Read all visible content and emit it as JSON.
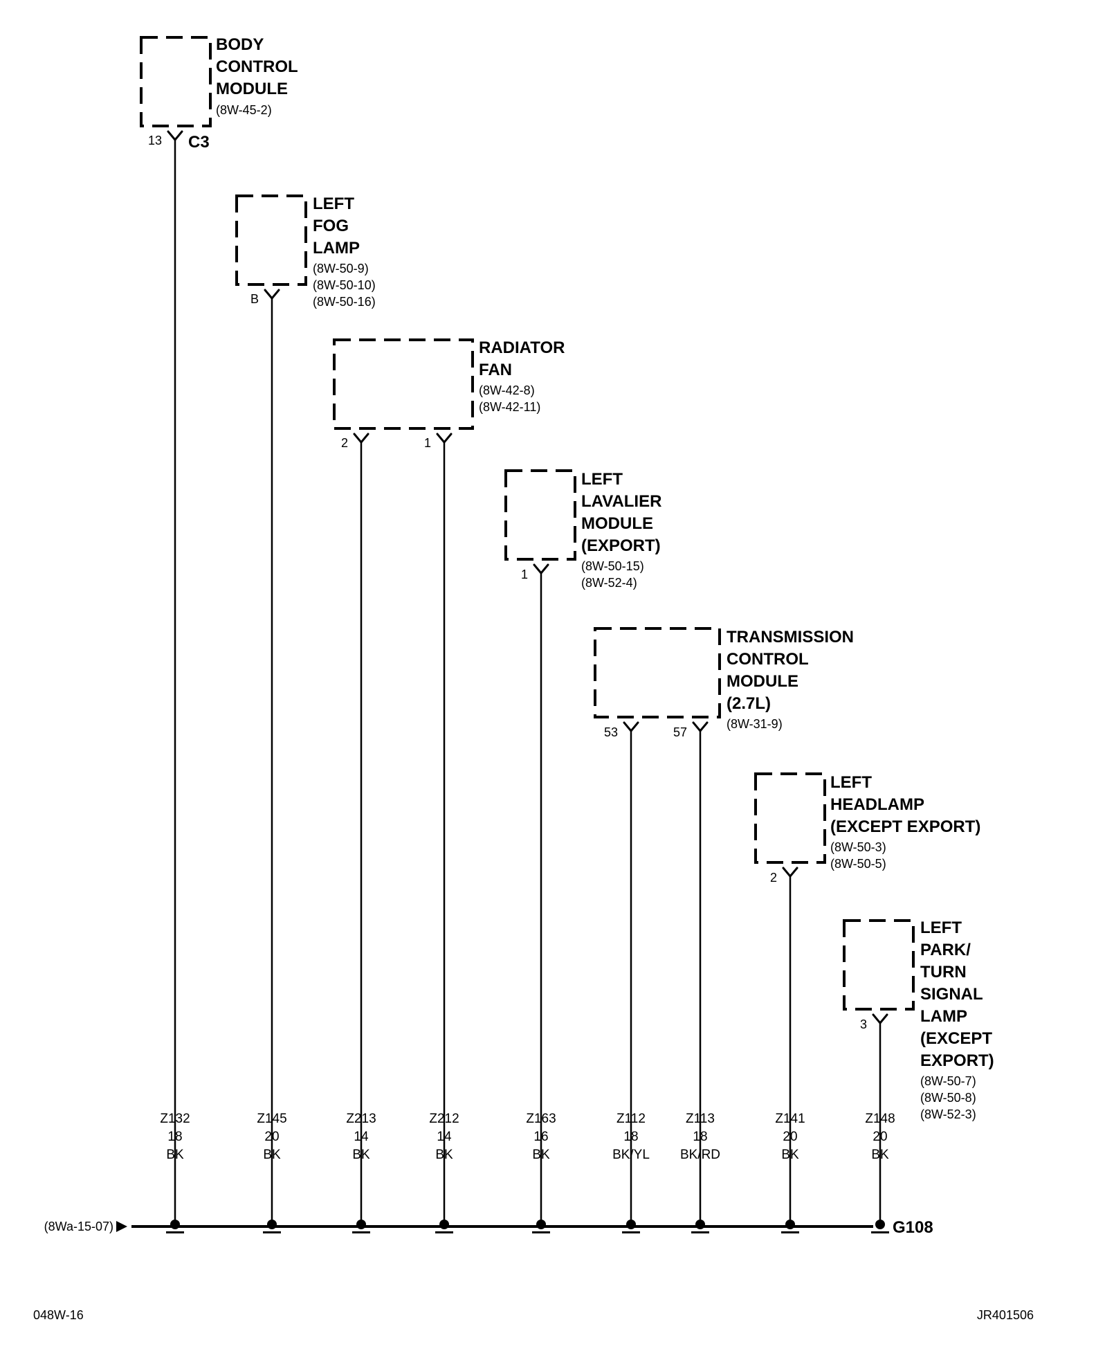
{
  "components": [
    {
      "title_lines": [
        "BODY",
        "CONTROL",
        "MODULE"
      ],
      "refs": [
        "(8W-45-2)"
      ],
      "pins": [
        {
          "label": "13",
          "connector": "C3"
        }
      ]
    },
    {
      "title_lines": [
        "LEFT",
        "FOG",
        "LAMP"
      ],
      "refs": [
        "(8W-50-9)",
        "(8W-50-10)",
        "(8W-50-16)"
      ],
      "pins": [
        {
          "label": "B"
        }
      ]
    },
    {
      "title_lines": [
        "RADIATOR",
        "FAN"
      ],
      "refs": [
        "(8W-42-8)",
        "(8W-42-11)"
      ],
      "pins": [
        {
          "label": "2"
        },
        {
          "label": "1"
        }
      ]
    },
    {
      "title_lines": [
        "LEFT",
        "LAVALIER",
        "MODULE",
        "(EXPORT)"
      ],
      "refs": [
        "(8W-50-15)",
        "(8W-52-4)"
      ],
      "pins": [
        {
          "label": "1"
        }
      ]
    },
    {
      "title_lines": [
        "TRANSMISSION",
        "CONTROL",
        "MODULE",
        "(2.7L)"
      ],
      "refs": [
        "(8W-31-9)"
      ],
      "pins": [
        {
          "label": "53"
        },
        {
          "label": "57"
        }
      ]
    },
    {
      "title_lines": [
        "LEFT",
        "HEADLAMP",
        "(EXCEPT EXPORT)"
      ],
      "refs": [
        "(8W-50-3)",
        "(8W-50-5)"
      ],
      "pins": [
        {
          "label": "2"
        }
      ]
    },
    {
      "title_lines": [
        "LEFT",
        "PARK/",
        "TURN",
        "SIGNAL",
        "LAMP",
        "(EXCEPT",
        "EXPORT)"
      ],
      "refs": [
        "(8W-50-7)",
        "(8W-50-8)",
        "(8W-52-3)"
      ],
      "pins": [
        {
          "label": "3"
        }
      ]
    }
  ],
  "wires": [
    {
      "circuit": "Z132",
      "gauge": "18",
      "color": "BK"
    },
    {
      "circuit": "Z145",
      "gauge": "20",
      "color": "BK"
    },
    {
      "circuit": "Z213",
      "gauge": "14",
      "color": "BK"
    },
    {
      "circuit": "Z212",
      "gauge": "14",
      "color": "BK"
    },
    {
      "circuit": "Z163",
      "gauge": "16",
      "color": "BK"
    },
    {
      "circuit": "Z112",
      "gauge": "18",
      "color": "BK/YL"
    },
    {
      "circuit": "Z113",
      "gauge": "18",
      "color": "BK/RD"
    },
    {
      "circuit": "Z141",
      "gauge": "20",
      "color": "BK"
    },
    {
      "circuit": "Z148",
      "gauge": "20",
      "color": "BK"
    }
  ],
  "ground": {
    "label": "G108",
    "ref": "(8Wa-15-07)"
  },
  "footer": {
    "left": "048W-16",
    "right": "JR401506"
  }
}
